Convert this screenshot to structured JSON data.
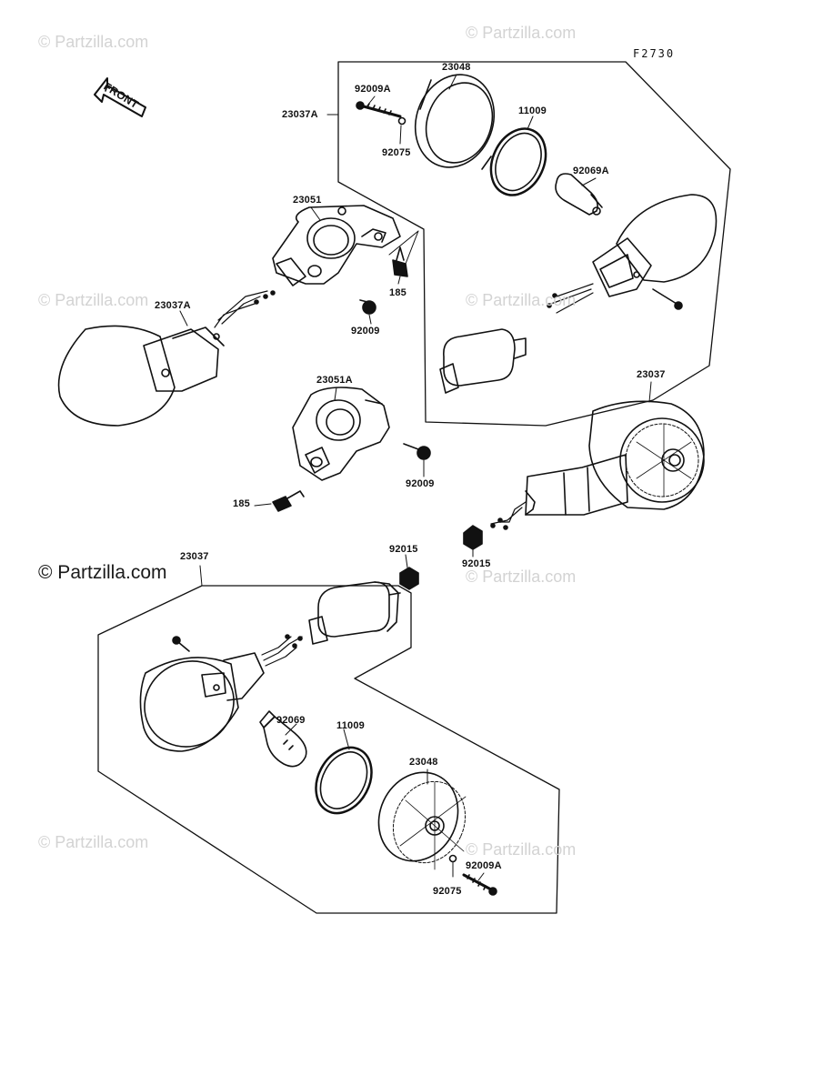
{
  "diagram": {
    "code": "F2730",
    "front_arrow_label": "FRONT",
    "watermark_text": "© Partzilla.com",
    "callouts": {
      "c23048_top": "23048",
      "c92009A_top": "92009A",
      "c23037A_top": "23037A",
      "c11009_top": "11009",
      "c92075_top": "92075",
      "c92069A": "92069A",
      "c23051": "23051",
      "c185_top": "185",
      "c23037A_left": "23037A",
      "c92009_top": "92009",
      "c23051A": "23051A",
      "c23037_right": "23037",
      "c92009_mid": "92009",
      "c185_mid": "185",
      "c92015_right": "92015",
      "c92015_mid": "92015",
      "c23037_bottom": "23037",
      "c92069": "92069",
      "c11009_bottom": "11009",
      "c23048_bottom": "23048",
      "c92009A_bottom": "92009A",
      "c92075_bottom": "92075"
    }
  }
}
